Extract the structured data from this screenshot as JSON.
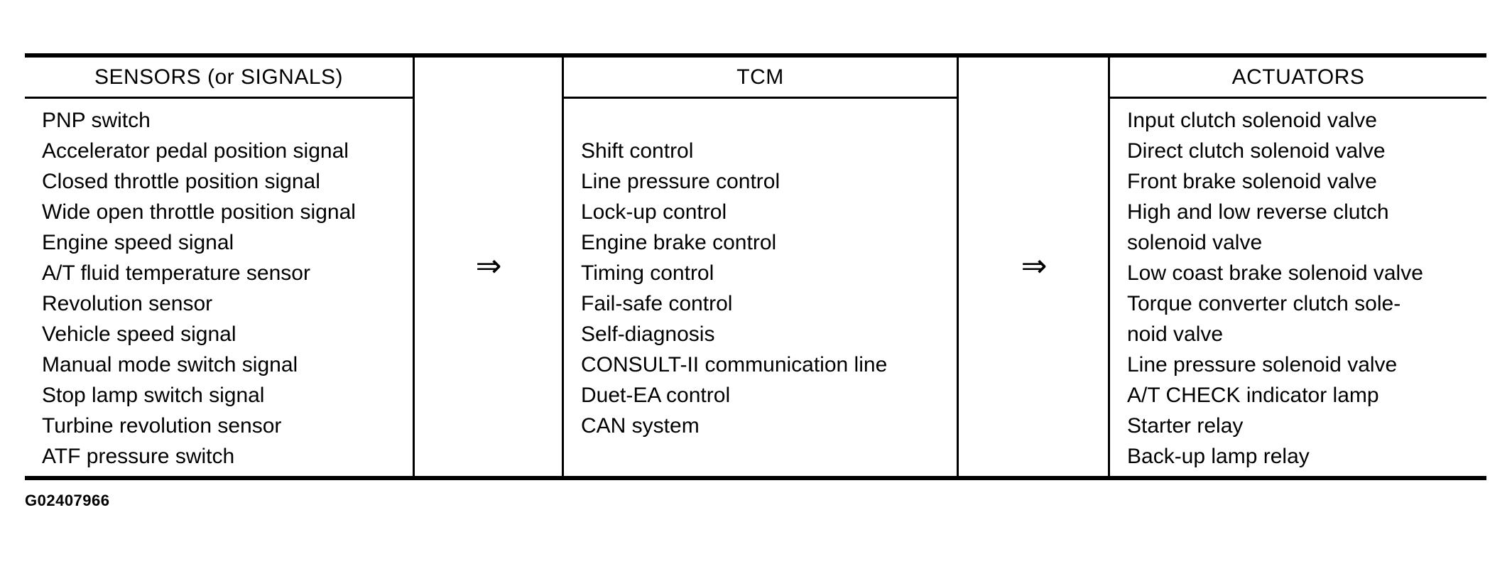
{
  "figure_code": "G02407966",
  "arrow_glyph": "⇒",
  "colors": {
    "foreground": "#000000",
    "background": "#ffffff"
  },
  "columns": [
    {
      "header": "SENSORS (or SIGNALS)",
      "lines": [
        "PNP switch",
        "Accelerator pedal position signal",
        "Closed throttle position signal",
        "Wide open throttle position signal",
        "Engine speed signal",
        "A/T fluid temperature sensor",
        "Revolution sensor",
        "Vehicle speed signal",
        "Manual mode switch signal",
        "Stop lamp switch signal",
        "Turbine revolution sensor",
        "ATF pressure switch"
      ]
    },
    {
      "header": "TCM",
      "lines": [
        "Shift control",
        "Line pressure control",
        "Lock-up control",
        "Engine brake control",
        "Timing control",
        "Fail-safe control",
        "Self-diagnosis",
        "CONSULT-II communication line",
        "Duet-EA control",
        "CAN system"
      ]
    },
    {
      "header": "ACTUATORS",
      "lines": [
        "Input clutch solenoid valve",
        "Direct clutch solenoid valve",
        "Front brake solenoid valve",
        "High and low reverse clutch",
        "solenoid valve",
        "Low coast brake solenoid valve",
        "Torque converter clutch sole-",
        "noid valve",
        "Line pressure solenoid valve",
        "A/T CHECK indicator lamp",
        "Starter relay",
        "Back-up lamp relay"
      ]
    }
  ]
}
